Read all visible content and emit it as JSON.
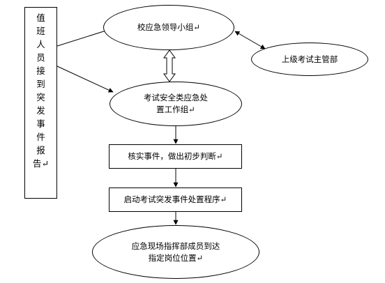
{
  "diagram": {
    "duty_staff_report": [
      "值",
      "班",
      "人",
      "员",
      "接",
      "到",
      "突",
      "发",
      "事",
      "件",
      "报",
      "告↵"
    ],
    "school_leader_group": "校应急领导小组↵",
    "superior_department": "上级考试主管部",
    "working_group": [
      "考试安全类应急处",
      "置工作组↵"
    ],
    "verify_event": "核实事件，做出初步判断↵",
    "start_procedure": "启动考试突发事件处置程序↵",
    "staff_in_position": [
      "应急现场指挥部成员到达",
      "指定岗位位置↵"
    ],
    "colors": {
      "stroke": "#000000",
      "fill": "#ffffff"
    }
  }
}
